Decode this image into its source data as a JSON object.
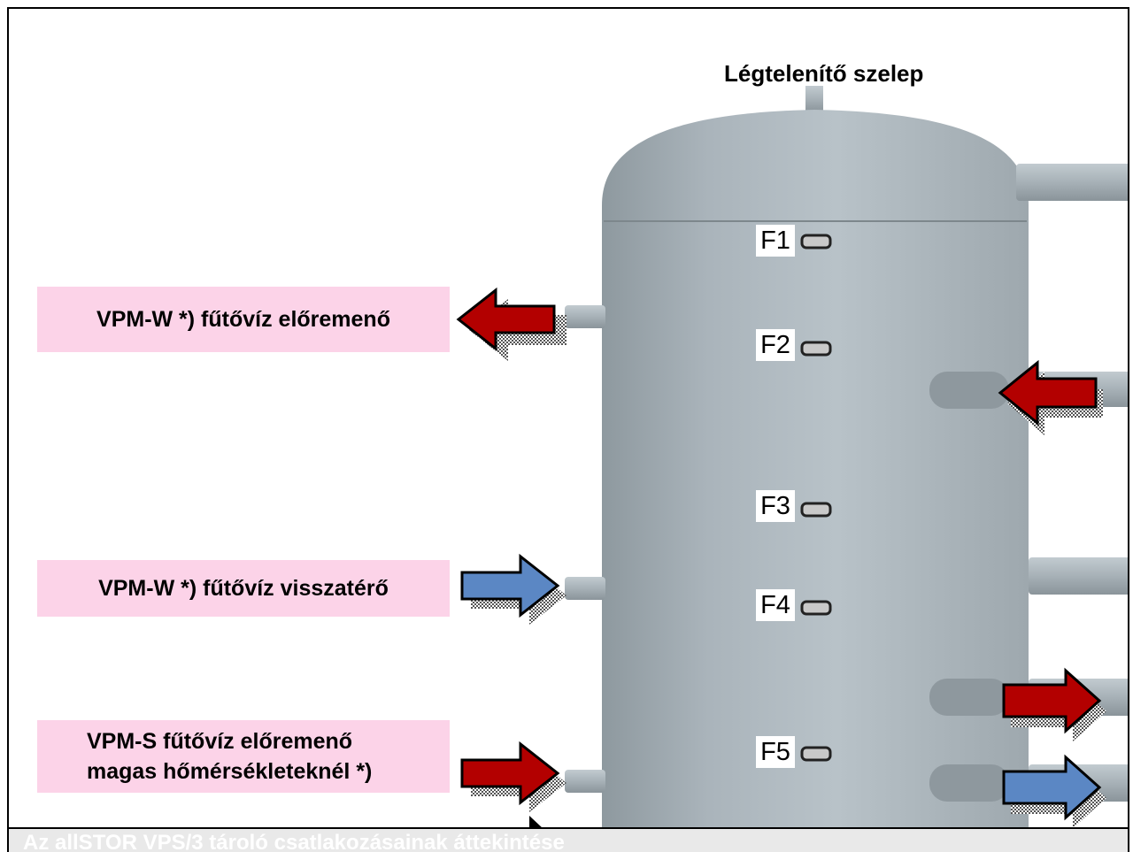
{
  "diagram": {
    "vent_label": "Légtelenítő szelep",
    "sensors": [
      "F1",
      "F2",
      "F3",
      "F4",
      "F5"
    ],
    "connections": [
      {
        "label": "VPM-W *) fűtővíz előremenő",
        "direction": "out",
        "color": "#b30000"
      },
      {
        "label": "VPM-W *) fűtővíz visszatérő",
        "direction": "in",
        "color": "#5b87c4"
      },
      {
        "label_line1": "VPM-S fűtővíz előremenő",
        "label_line2": "magas hőmérsékleteknél *)",
        "direction": "in",
        "color": "#b30000"
      }
    ],
    "caption": "Az allSTOR VPS/3 tároló csatlakozásainak áttekintése"
  },
  "colors": {
    "tank": "#a9b3ba",
    "label_background": "#fcd3e8",
    "hot_arrow": "#b30000",
    "cold_arrow": "#5b87c4"
  }
}
